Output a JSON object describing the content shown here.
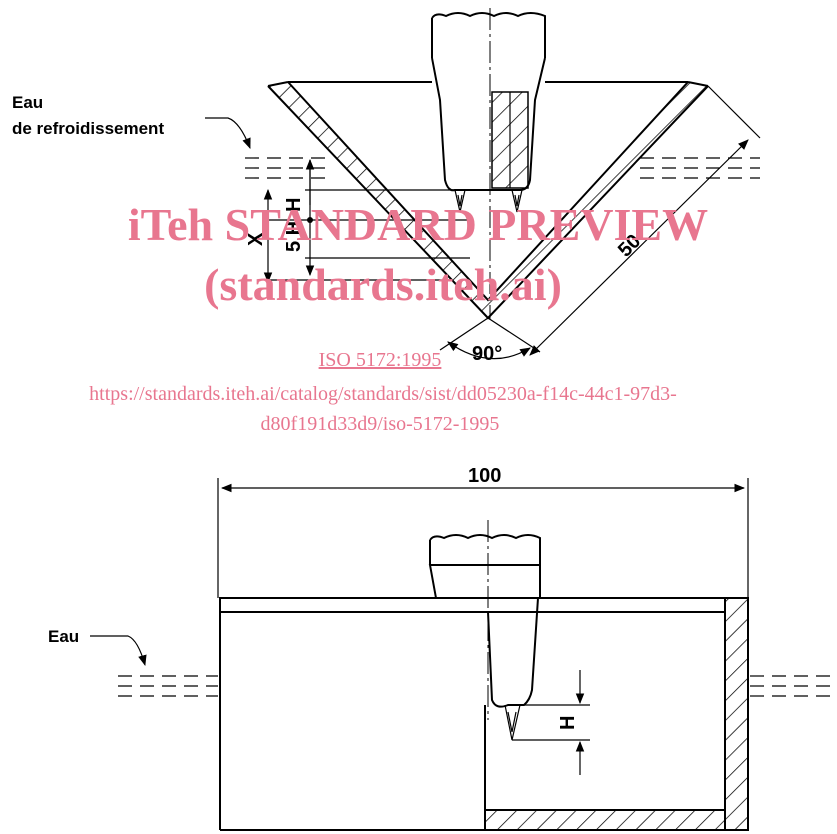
{
  "labels": {
    "cooling_water": "Eau\nde refroidissement",
    "cooling_water_line1": "Eau",
    "cooling_water_line2": "de refroidissement",
    "water": "Eau"
  },
  "dimensions": {
    "x": "X",
    "five_h": "5 H",
    "h_top": "H",
    "angle": "90°",
    "slant_length": "50",
    "width": "100",
    "h_bottom": "H"
  },
  "watermark": {
    "line1": "iTeh STANDARD PREVIEW",
    "line2": "(standards.iteh.ai)",
    "ref": "ISO 5172:1995",
    "url1": "https://standards.iteh.ai/catalog/standards/sist/dd05230a-f14c-44c1-97d3-",
    "url2": "d80f191d33d9/iso-5172-1995"
  }
}
